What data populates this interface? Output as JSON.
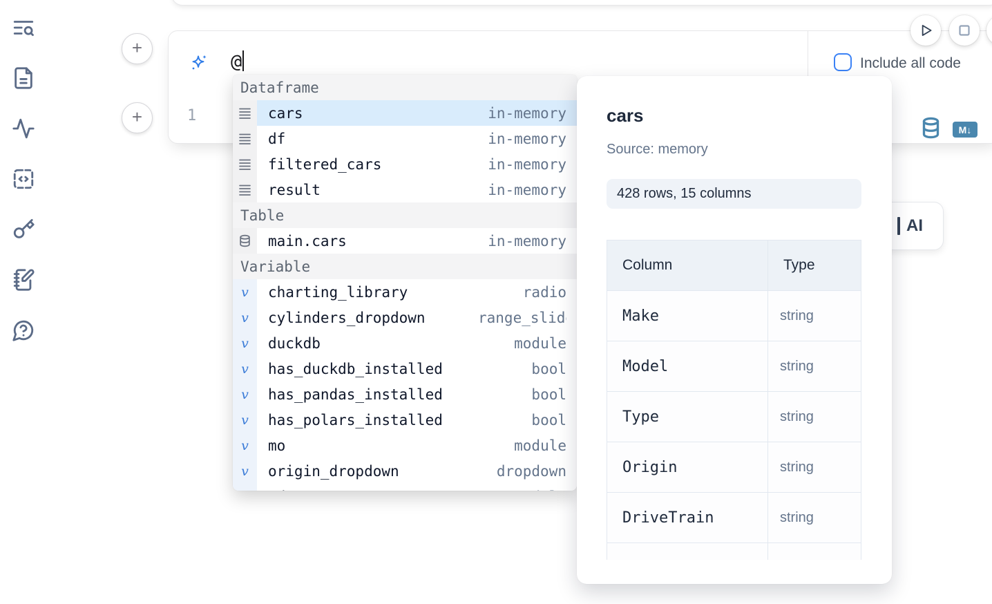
{
  "colors": {
    "accent_blue": "#3b82f6",
    "sparkle_blue": "#2f7ce8",
    "steel_blue": "#4a87ae",
    "selection_blue": "#d9ecfc",
    "sidebar_icon_gray": "#5b6b87"
  },
  "sidebar": {
    "icons": [
      "text-search",
      "file-document",
      "activity",
      "code-block",
      "key",
      "notebook-pen",
      "help-chat"
    ]
  },
  "prompt": {
    "value": "@",
    "include_all_code": {
      "label": "Include all code",
      "checked": false
    }
  },
  "run_controls": {
    "icons": [
      "play",
      "stop"
    ]
  },
  "cell": {
    "line_number": "1",
    "actions": [
      "datasource-icon",
      "markdown-icon"
    ],
    "markdown_badge": "M↓"
  },
  "autocomplete": {
    "headers": {
      "dataframe": "Dataframe",
      "table": "Table",
      "variable": "Variable"
    },
    "dataframes": [
      {
        "name": "cars",
        "type": "in-memory",
        "selected": true
      },
      {
        "name": "df",
        "type": "in-memory"
      },
      {
        "name": "filtered_cars",
        "type": "in-memory"
      },
      {
        "name": "result",
        "type": "in-memory"
      }
    ],
    "tables": [
      {
        "name": "main.cars",
        "type": "in-memory"
      }
    ],
    "variables": [
      {
        "name": "charting_library",
        "type": "radio"
      },
      {
        "name": "cylinders_dropdown",
        "type": "range_slider",
        "type_truncated": true
      },
      {
        "name": "duckdb",
        "type": "module"
      },
      {
        "name": "has_duckdb_installed",
        "type": "bool"
      },
      {
        "name": "has_pandas_installed",
        "type": "bool"
      },
      {
        "name": "has_polars_installed",
        "type": "bool"
      },
      {
        "name": "mo",
        "type": "module"
      },
      {
        "name": "origin_dropdown",
        "type": "dropdown"
      },
      {
        "name": "pd",
        "type": "module",
        "clipped": true
      }
    ]
  },
  "preview": {
    "title": "cars",
    "source": "Source: memory",
    "shape": "428 rows, 15 columns",
    "table": {
      "col_header": "Column",
      "type_header": "Type",
      "rows": [
        {
          "column": "Make",
          "type": "string"
        },
        {
          "column": "Model",
          "type": "string"
        },
        {
          "column": "Type",
          "type": "string"
        },
        {
          "column": "Origin",
          "type": "string"
        },
        {
          "column": "DriveTrain",
          "type": "string"
        }
      ]
    }
  },
  "ai_button": {
    "label": "AI"
  }
}
